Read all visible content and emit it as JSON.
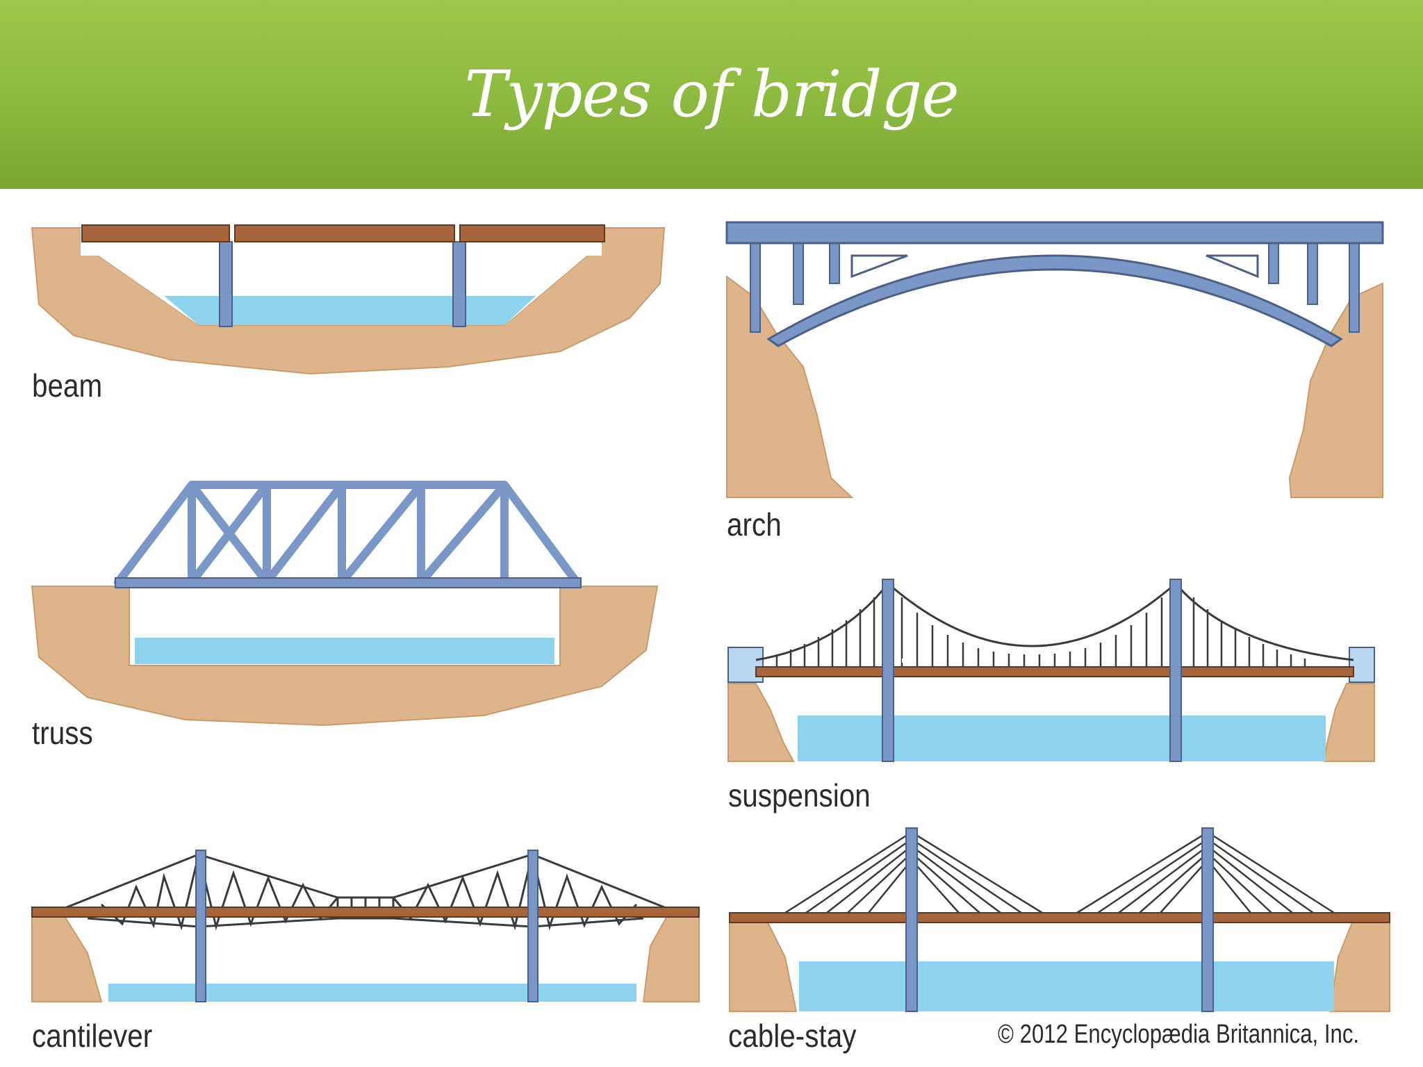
{
  "title": "Types of bridge",
  "labels": {
    "beam": "beam",
    "truss": "truss",
    "cantilever": "cantilever",
    "arch": "arch",
    "suspension": "suspension",
    "cable_stay": "cable-stay"
  },
  "credit": "© 2012 Encyclopædia Britannica, Inc.",
  "colors": {
    "header_green": "#8fbd41",
    "earth": "#deb48a",
    "water": "#8ed3ee",
    "steel": "#7b97c8",
    "deck": "#a8643a"
  }
}
